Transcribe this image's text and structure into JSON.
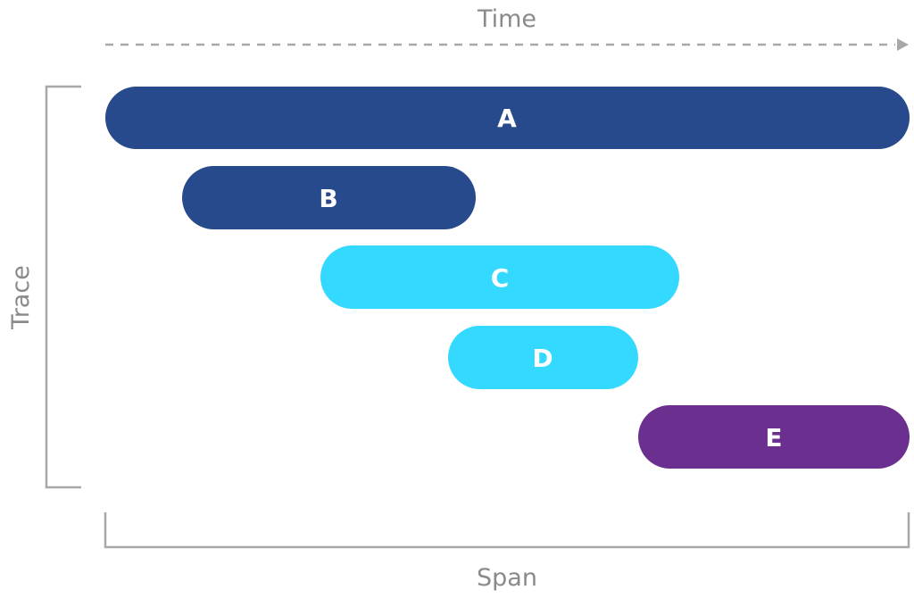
{
  "labels": {
    "time": "Time",
    "trace": "Trace",
    "span": "Span"
  },
  "colors": {
    "axis": "#a8a8a8",
    "axis_text": "#8a8a8a",
    "dark_blue": "#264a8c",
    "cyan": "#33d9ff",
    "purple": "#6b2f8f"
  },
  "spans": [
    {
      "label": "A",
      "color": "#264a8c"
    },
    {
      "label": "B",
      "color": "#264a8c"
    },
    {
      "label": "C",
      "color": "#33d9ff"
    },
    {
      "label": "D",
      "color": "#33d9ff"
    },
    {
      "label": "E",
      "color": "#6b2f8f"
    }
  ]
}
